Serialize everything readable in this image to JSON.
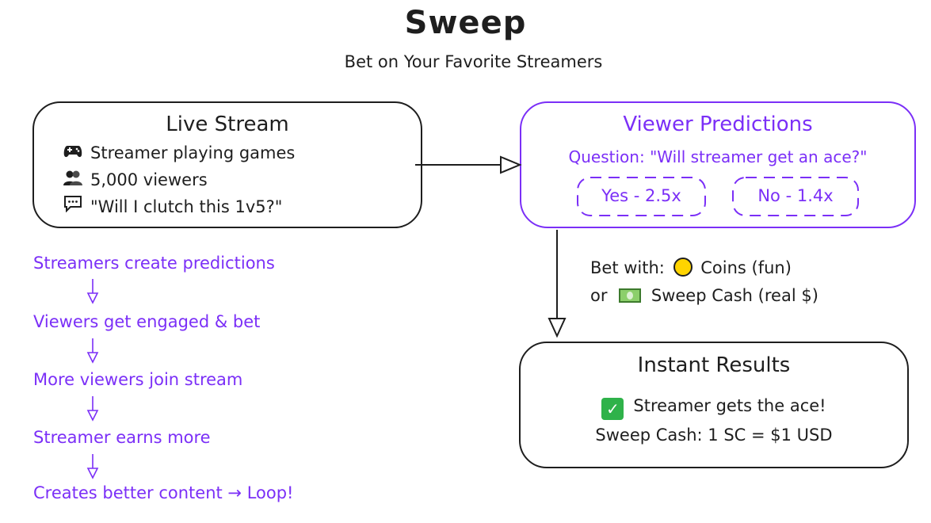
{
  "header": {
    "title": "Sweep",
    "subtitle": "Bet on Your Favorite Streamers"
  },
  "live_stream": {
    "title": "Live Stream",
    "items": [
      {
        "icon": "gamepad-icon",
        "text": "Streamer playing games"
      },
      {
        "icon": "users-icon",
        "text": "5,000 viewers"
      },
      {
        "icon": "chat-icon",
        "text": "\"Will I clutch this 1v5?\""
      }
    ]
  },
  "viewer_predictions": {
    "title": "Viewer Predictions",
    "question": "Question: \"Will streamer get an ace?\"",
    "options": [
      "Yes - 2.5x",
      "No - 1.4x"
    ]
  },
  "bet": {
    "prefix": "Bet with:",
    "coins_label": "Coins (fun)",
    "or_label": "or",
    "cash_label": "Sweep Cash (real $)"
  },
  "results": {
    "title": "Instant Results",
    "outcome": "Streamer gets the ace!",
    "conversion": "Sweep Cash: 1 SC = $1 USD"
  },
  "flywheel": [
    "Streamers create predictions",
    "Viewers get engaged & bet",
    "More viewers join stream",
    "Streamer earns more",
    "Creates better content → Loop!"
  ],
  "colors": {
    "ink": "#1e1e1e",
    "accent": "#7b2ff7",
    "coin": "#ffd400",
    "check": "#2fb24a"
  }
}
